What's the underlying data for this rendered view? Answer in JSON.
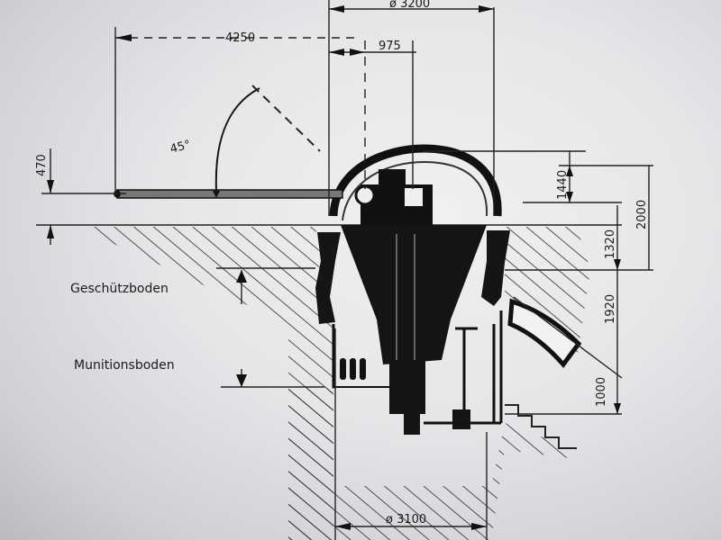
{
  "dimensions": {
    "barrel_reach": "4250",
    "dome_diameter": "ø 3200",
    "offset_975": "975",
    "barrel_height": "470",
    "elevation_angle": "45°",
    "height_1440": "1440",
    "height_2000": "2000",
    "height_1320": "1320",
    "height_1920": "1920",
    "height_1000": "1000",
    "pit_diameter": "ø 3100"
  },
  "labels": {
    "gun_floor": "Geschützboden",
    "ammo_floor": "Munitionsboden"
  }
}
